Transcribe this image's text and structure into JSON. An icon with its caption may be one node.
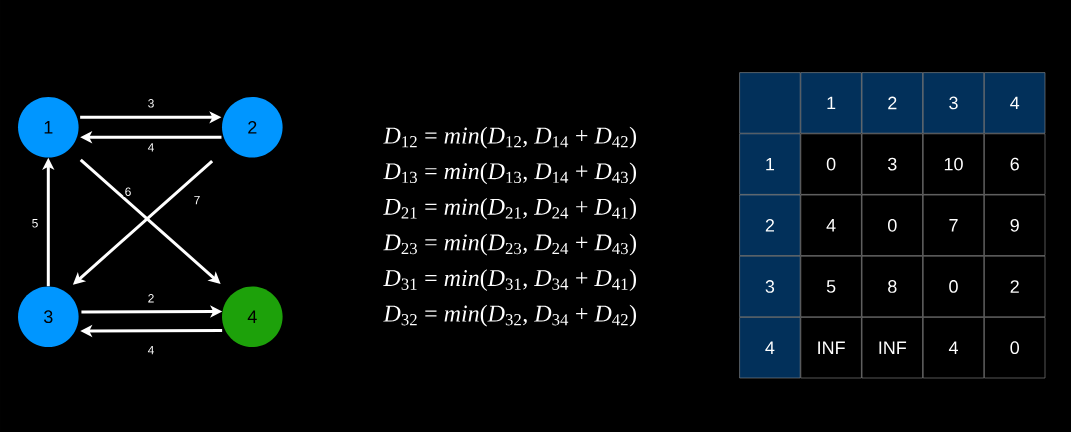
{
  "diagram": {
    "nodes": [
      {
        "text": [
          "1"
        ]
      },
      {
        "text": [
          "2"
        ]
      },
      {
        "text": [
          "3"
        ]
      },
      {
        "text": [
          "4"
        ]
      }
    ],
    "edges": [
      {
        "from": 0,
        "to": 1,
        "arrow": "to",
        "label": "3"
      },
      {
        "from": 1,
        "to": 0,
        "arrow": "to",
        "label": "4"
      },
      {
        "from": 0,
        "to": 3,
        "arrow": "to",
        "label": "6"
      },
      {
        "from": 1,
        "to": 2,
        "arrow": "to",
        "label": "7"
      },
      {
        "from": 2,
        "to": 0,
        "arrow": "to",
        "label": "5"
      },
      {
        "from": 2,
        "to": 3,
        "arrow": "to",
        "label": "2"
      },
      {
        "from": 3,
        "to": 2,
        "arrow": "to",
        "label": "4"
      }
    ],
    "labels": [
      "*D*$_{12}$ = *min*(*D*$_{12}$, *D*$_{14}$ + *D*$_{42}$)",
      "*D*$_{13}$ = *min*(*D*$_{13}$, *D*$_{14}$ + *D*$_{43}$)",
      "*D*$_{21}$ = *min*(*D*$_{21}$, *D*$_{24}$ + *D*$_{41}$)",
      "*D*$_{23}$ = *min*(*D*$_{23}$, *D*$_{24}$ + *D*$_{43}$)",
      "*D*$_{31}$ = *min*(*D*$_{31}$, *D*$_{34}$ + *D*$_{41}$)",
      "*D*$_{32}$ = *min*(*D*$_{32}$, *D*$_{34}$ + *D*$_{42}$)",
      "1",
      "2",
      "3",
      "4",
      "1",
      "0",
      "3",
      "10",
      "6",
      "2",
      "4",
      "0",
      "7",
      "9",
      "3",
      "5",
      "8",
      "0",
      "2",
      "4",
      "INF",
      "INF",
      "4",
      "0"
    ]
  }
}
